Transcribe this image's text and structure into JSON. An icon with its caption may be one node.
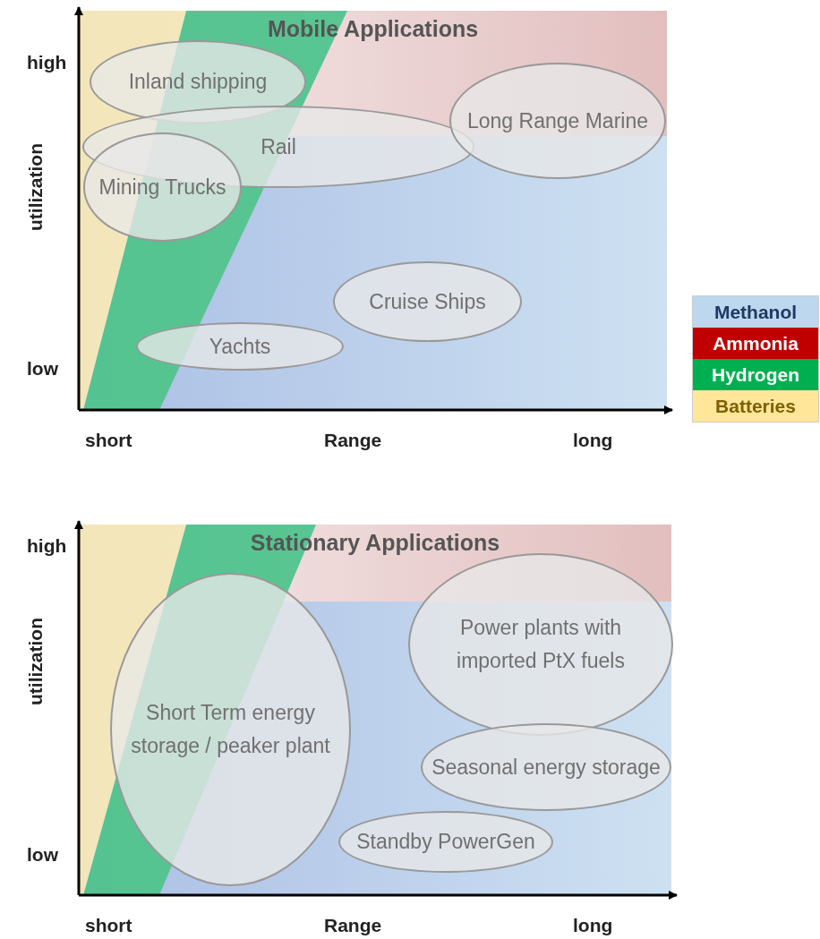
{
  "diagram": {
    "nodes": [
      {
        "text": [
          "Mobile Applications"
        ]
      },
      {
        "text": [
          "Inland shipping"
        ],
        "in": 0
      },
      {
        "text": [
          "Rail"
        ],
        "in": 0
      },
      {
        "text": [
          "Mining Trucks"
        ],
        "in": 0
      },
      {
        "text": [
          "Long Range Marine"
        ],
        "in": 0
      },
      {
        "text": [
          "Cruise Ships"
        ],
        "in": 0
      },
      {
        "text": [
          "Yachts"
        ],
        "in": 0
      },
      {
        "text": [
          "Stationary Applications"
        ]
      },
      {
        "text": [
          "Short Term energy storage / peaker plant"
        ],
        "in": 7
      },
      {
        "text": [
          "Power plants with imported PtX fuels"
        ],
        "in": 7
      },
      {
        "text": [
          "Seasonal energy storage"
        ],
        "in": 7
      },
      {
        "text": [
          "Standby PowerGen"
        ],
        "in": 7
      }
    ],
    "edges": [],
    "labels": [
      "high",
      "utilization",
      "low",
      "short",
      "Range",
      "long",
      "high",
      "utilization",
      "low",
      "short",
      "Range",
      "long"
    ],
    "legend": [
      {
        "text": "Methanol",
        "color": "#bdd7ee"
      },
      {
        "text": "Ammonia",
        "color": "#c00000"
      },
      {
        "text": "Hydrogen",
        "color": "#00b050"
      },
      {
        "text": "Batteries",
        "color": "#ffe699"
      }
    ]
  }
}
